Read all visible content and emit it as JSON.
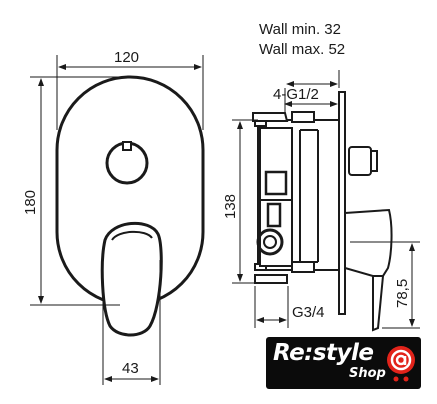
{
  "drawing": {
    "wall_min": "Wall min. 32",
    "wall_max": "Wall max. 52",
    "thread_top": "4-G1/2",
    "thread_bottom": "G3/4",
    "dimensions": {
      "width": "120",
      "height": "180",
      "lever": "43",
      "body": "138",
      "offset": "78,5"
    }
  },
  "logo": {
    "main": "Re:style",
    "sub": "Shop",
    "badge_color": "#e2231a"
  }
}
